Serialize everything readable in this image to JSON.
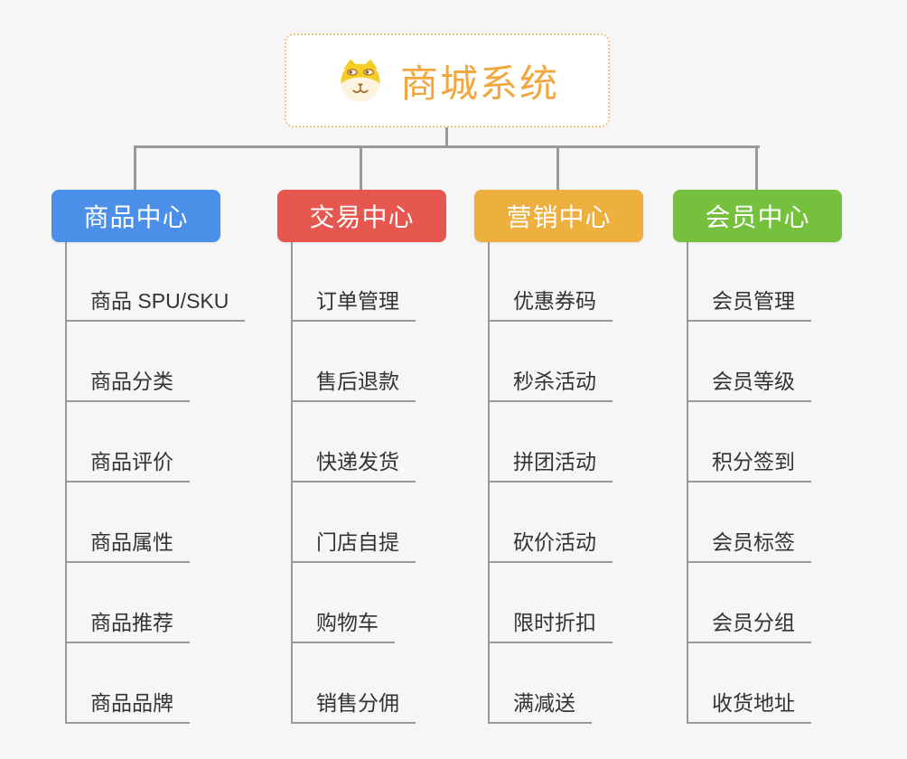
{
  "page": {
    "background_color": "#f6f6f6",
    "connector_color": "#999999",
    "child_text_color": "#333333"
  },
  "root": {
    "title": "商城系统",
    "icon": "shiba-dog-icon",
    "title_color": "#f1a73e",
    "border_color": "#f5c57e"
  },
  "branches": [
    {
      "label": "商品中心",
      "color": "#4b8fe8",
      "children": [
        "商品 SPU/SKU",
        "商品分类",
        "商品评价",
        "商品属性",
        "商品推荐",
        "商品品牌"
      ]
    },
    {
      "label": "交易中心",
      "color": "#e5574f",
      "children": [
        "订单管理",
        "售后退款",
        "快递发货",
        "门店自提",
        "购物车",
        "销售分佣"
      ]
    },
    {
      "label": "营销中心",
      "color": "#edaf3e",
      "children": [
        "优惠券码",
        "秒杀活动",
        "拼团活动",
        "砍价活动",
        "限时折扣",
        "满减送"
      ]
    },
    {
      "label": "会员中心",
      "color": "#75c13d",
      "children": [
        "会员管理",
        "会员等级",
        "积分签到",
        "会员标签",
        "会员分组",
        "收货地址"
      ]
    }
  ]
}
